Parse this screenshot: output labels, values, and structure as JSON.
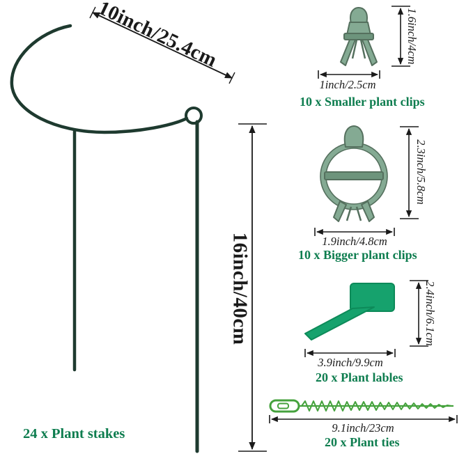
{
  "stake": {
    "width_label": "10inch/25.4cm",
    "height_label": "16inch/40cm",
    "count_label": "24 x Plant stakes"
  },
  "smaller_clips": {
    "height_label": "1.6inch/4cm",
    "width_label": "1inch/2.5cm",
    "count_label": "10 x Smaller plant clips"
  },
  "bigger_clips": {
    "height_label": "2.3inch/5.8cm",
    "width_label": "1.9inch/4.8cm",
    "count_label": "10 x Bigger plant clips"
  },
  "plant_labels": {
    "height_label": "2.4inch/6.1cm",
    "width_label": "3.9inch/9.9cm",
    "count_label": "20 x Plant lables"
  },
  "plant_ties": {
    "width_label": "9.1inch/23cm",
    "count_label": "20 x Plant ties"
  },
  "colors": {
    "stake_wire": "#1e3a2f",
    "dimension": "#1a1a1a",
    "count_text": "#0e7d4f",
    "clip_fill": "#84aa93",
    "clip_stroke": "#55705e",
    "clip_band": "#6d947c",
    "tag_fill": "#16a26d",
    "tag_stroke": "#0d8a59",
    "tie_green": "#45a23d"
  }
}
